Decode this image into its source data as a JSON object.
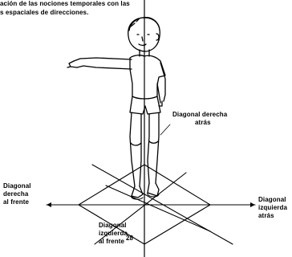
{
  "caption": {
    "line1": "ación de las nociones temporales con las",
    "line2": "s espaciales de direcciones."
  },
  "labels": {
    "back_right": [
      "Diagonal derecha",
      "atrás"
    ],
    "front_right": [
      "Diagonal",
      "derecha",
      "al frente"
    ],
    "back_left": [
      "Diagonal",
      "izquierda",
      "atrás"
    ],
    "front_left": [
      "Diagonal",
      "izquierda",
      "al frente"
    ]
  },
  "page_number": "28"
}
